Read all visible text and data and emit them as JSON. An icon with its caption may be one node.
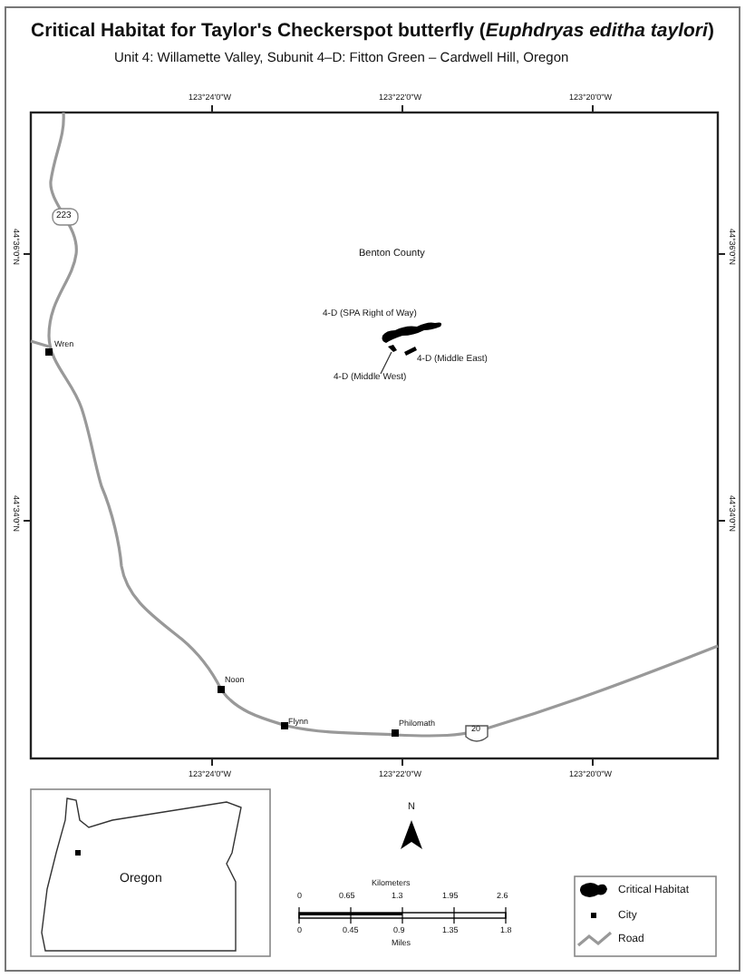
{
  "diagram": {
    "title": "Critical Habitat for Taylor's Checkerspot butterfly (*Euphdryas editha taylori*)",
    "nodes": [
      {
        "text": [
          "4-D (Middle West)"
        ]
      },
      {
        "text": [],
        "shape": "picture"
      }
    ],
    "edges": [
      {
        "from": 0,
        "to": 1,
        "arrow": "none"
      }
    ],
    "labels": [
      "Unit 4: Willamette Valley, Subunit 4–D: Fitton Green – Cardwell Hill, Oregon",
      "123°24'0\"W",
      "123°22'0\"W",
      "123°20'0\"W",
      "44°36'0\"N",
      "44°36'0\"N",
      "223",
      "Benton County",
      "4-D (SPA Right of Way)",
      "Wren",
      "4-D (Middle East)",
      "44°34'0\"N",
      "44°34'0\"N",
      "Noon",
      "Flynn",
      "Philomath",
      "20",
      "123°24'0\"W",
      "123°22'0\"W",
      "123°20'0\"W",
      "N",
      "Oregon",
      "Kilometers",
      "0",
      "0.65",
      "1.3",
      "1.95",
      "2.6",
      "0",
      "0.45",
      "0.9",
      "1.35",
      "1.8",
      "Miles"
    ],
    "legend": [
      {
        "text": "Critical Habitat"
      },
      {
        "text": "City"
      },
      {
        "text": "Road"
      }
    ]
  }
}
